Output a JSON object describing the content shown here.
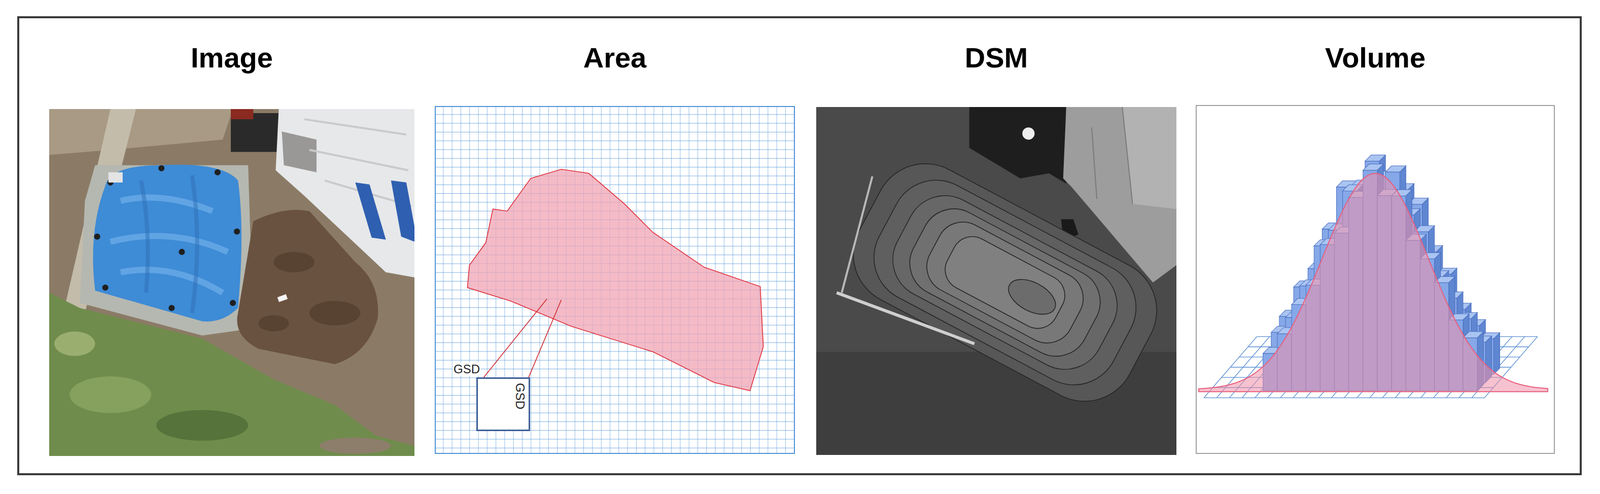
{
  "diagram": {
    "nodes": [
      {
        "text": [
          "Image"
        ]
      },
      {
        "text": [
          "Area"
        ]
      },
      {
        "text": [
          "DSM"
        ]
      },
      {
        "text": [
          "Volume"
        ]
      },
      {
        "text": [
          "GSD",
          "GSD"
        ],
        "in": 1
      }
    ]
  }
}
